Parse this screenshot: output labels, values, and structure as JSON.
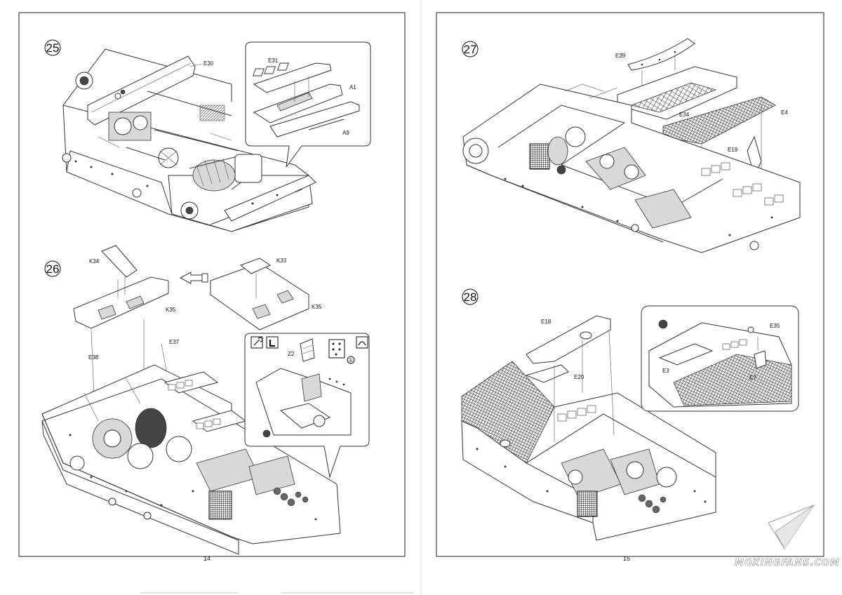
{
  "pages": [
    {
      "page_number": "14",
      "steps": [
        {
          "number": "25",
          "labels": [
            "E30",
            "E31",
            "A1",
            "A9"
          ]
        },
        {
          "number": "26",
          "labels": [
            "K34",
            "K35",
            "K33",
            "K35",
            "E38",
            "E37",
            "Z2"
          ],
          "inset_badge": "①"
        }
      ]
    },
    {
      "page_number": "15",
      "steps": [
        {
          "number": "27",
          "labels": [
            "E39",
            "E34",
            "E4",
            "E19"
          ]
        },
        {
          "number": "28",
          "labels": [
            "E18",
            "E20",
            "E35",
            "E3",
            "E7"
          ]
        }
      ]
    }
  ],
  "watermark": {
    "text": "MOXINGFANS.COM",
    "icon": "paper-plane-icon"
  }
}
